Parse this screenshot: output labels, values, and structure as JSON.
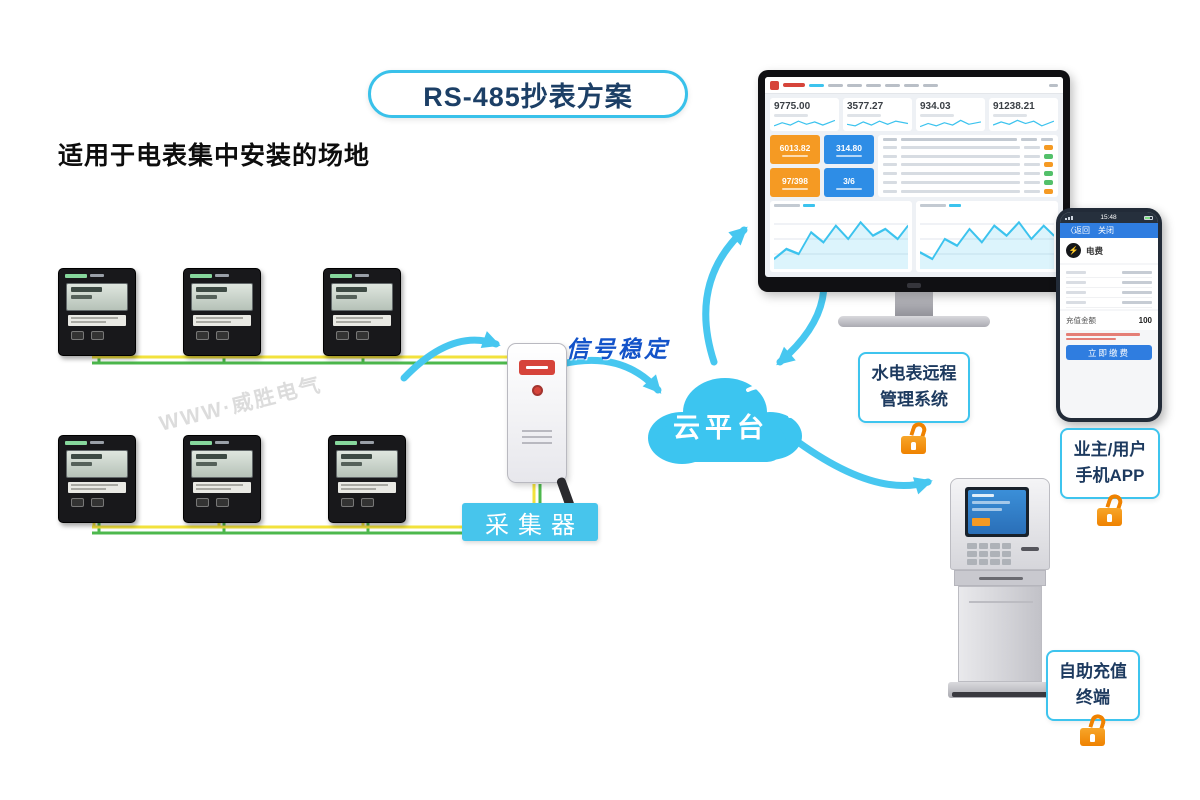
{
  "title_badge": {
    "text": "RS-485抄表方案"
  },
  "headline": "适用于电表集中安装的场地",
  "signal_label": "信号稳定",
  "collector": {
    "badge": "采集器"
  },
  "cloud": {
    "label": "云平台"
  },
  "watermark": "WWW·威胜电气",
  "monitor": {
    "stats": [
      {
        "value": "9775.00"
      },
      {
        "value": "3577.27"
      },
      {
        "value": "934.03"
      },
      {
        "value": "91238.21"
      }
    ],
    "cards": [
      {
        "value": "6013.82",
        "color": "#f59a23"
      },
      {
        "value": "314.80",
        "color": "#2e8de6"
      },
      {
        "value": "97/398",
        "color": "#f59a23"
      },
      {
        "value": "3/6",
        "color": "#2e8de6"
      }
    ]
  },
  "labels": {
    "management_system": {
      "line1": "水电表远程",
      "line2": "管理系统"
    },
    "owner_app": {
      "line1": "业主/用户",
      "line2": "手机APP"
    },
    "recharge_terminal": {
      "line1": "自助充值",
      "line2": "终端"
    }
  },
  "phone": {
    "status_time": "15:48",
    "nav_back": "〈返回",
    "nav_close": "关闭",
    "meter_icon": "⚡",
    "meter_type": "电费",
    "amount_label": "充值金额",
    "amount_value": "100",
    "pay_button": "立即缴费"
  },
  "colors": {
    "accent_cyan": "#3cc3ee",
    "card_orange": "#f59a23",
    "card_blue": "#2e8de6",
    "lock_orange": "#ef8200",
    "wire_yellow": "#f2e23c",
    "wire_green": "#4db84d"
  }
}
